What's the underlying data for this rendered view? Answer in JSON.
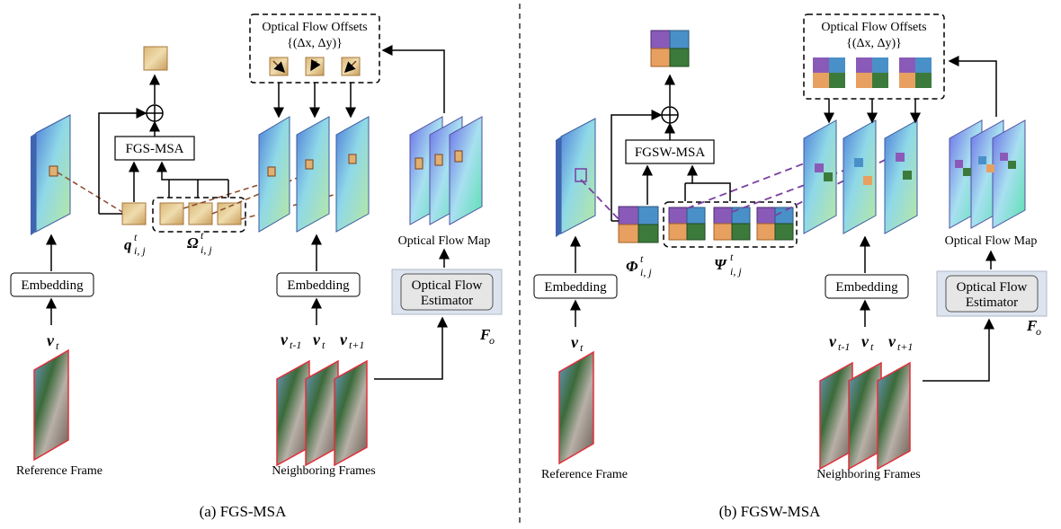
{
  "left": {
    "caption": "(a) FGS-MSA",
    "msa_label": "FGS-MSA",
    "embed_ref": "Embedding",
    "embed_nb": "Embedding",
    "flow_estimator": [
      "Optical Flow",
      "Estimator"
    ],
    "flow_map": "Optical Flow Map",
    "offsets_title": "Optical Flow Offsets",
    "offsets_formula": "{(Δx, Δy)}",
    "ref_frame": "Reference Frame",
    "nb_frames": "Neighboring Frames",
    "query_sym": "q",
    "query_sup": "t",
    "query_sub": "i, j",
    "keys_sym": "Ω",
    "keys_sup": "t",
    "keys_sub": "i, j",
    "v_ref": "v",
    "v_ref_sub": "t",
    "v_nb": [
      {
        "v": "v",
        "sub": "t-1"
      },
      {
        "v": "v",
        "sub": "t"
      },
      {
        "v": "v",
        "sub": "t+1"
      }
    ],
    "fo": "F",
    "fo_sub": "o"
  },
  "right": {
    "caption": "(b) FGSW-MSA",
    "msa_label": "FGSW-MSA",
    "embed_ref": "Embedding",
    "embed_nb": "Embedding",
    "flow_estimator": [
      "Optical Flow",
      "Estimator"
    ],
    "flow_map": "Optical Flow Map",
    "offsets_title": "Optical Flow Offsets",
    "offsets_formula": "{(Δx, Δy)}",
    "ref_frame": "Reference Frame",
    "nb_frames": "Neighboring Frames",
    "query_sym": "Φ",
    "query_sup": "t",
    "query_sub": "i, j",
    "keys_sym": "Ψ",
    "keys_sup": "t",
    "keys_sub": "i, j",
    "v_ref": "v",
    "v_ref_sub": "t",
    "v_nb": [
      {
        "v": "v",
        "sub": "t-1"
      },
      {
        "v": "v",
        "sub": "t"
      },
      {
        "v": "v",
        "sub": "t+1"
      }
    ],
    "fo": "F",
    "fo_sub": "o"
  },
  "colors": {
    "patch": "#e3c88f",
    "patch_border": "#a8773c",
    "dashed_left": "#8b4a2b",
    "dashed_right": "#7a3fa0",
    "frame_border": "#e0303a",
    "feature": "#6fa6e0",
    "purple": "#8a5ab8",
    "blue": "#4a90c8",
    "orange": "#e8a060",
    "green": "#3c7a3c"
  }
}
